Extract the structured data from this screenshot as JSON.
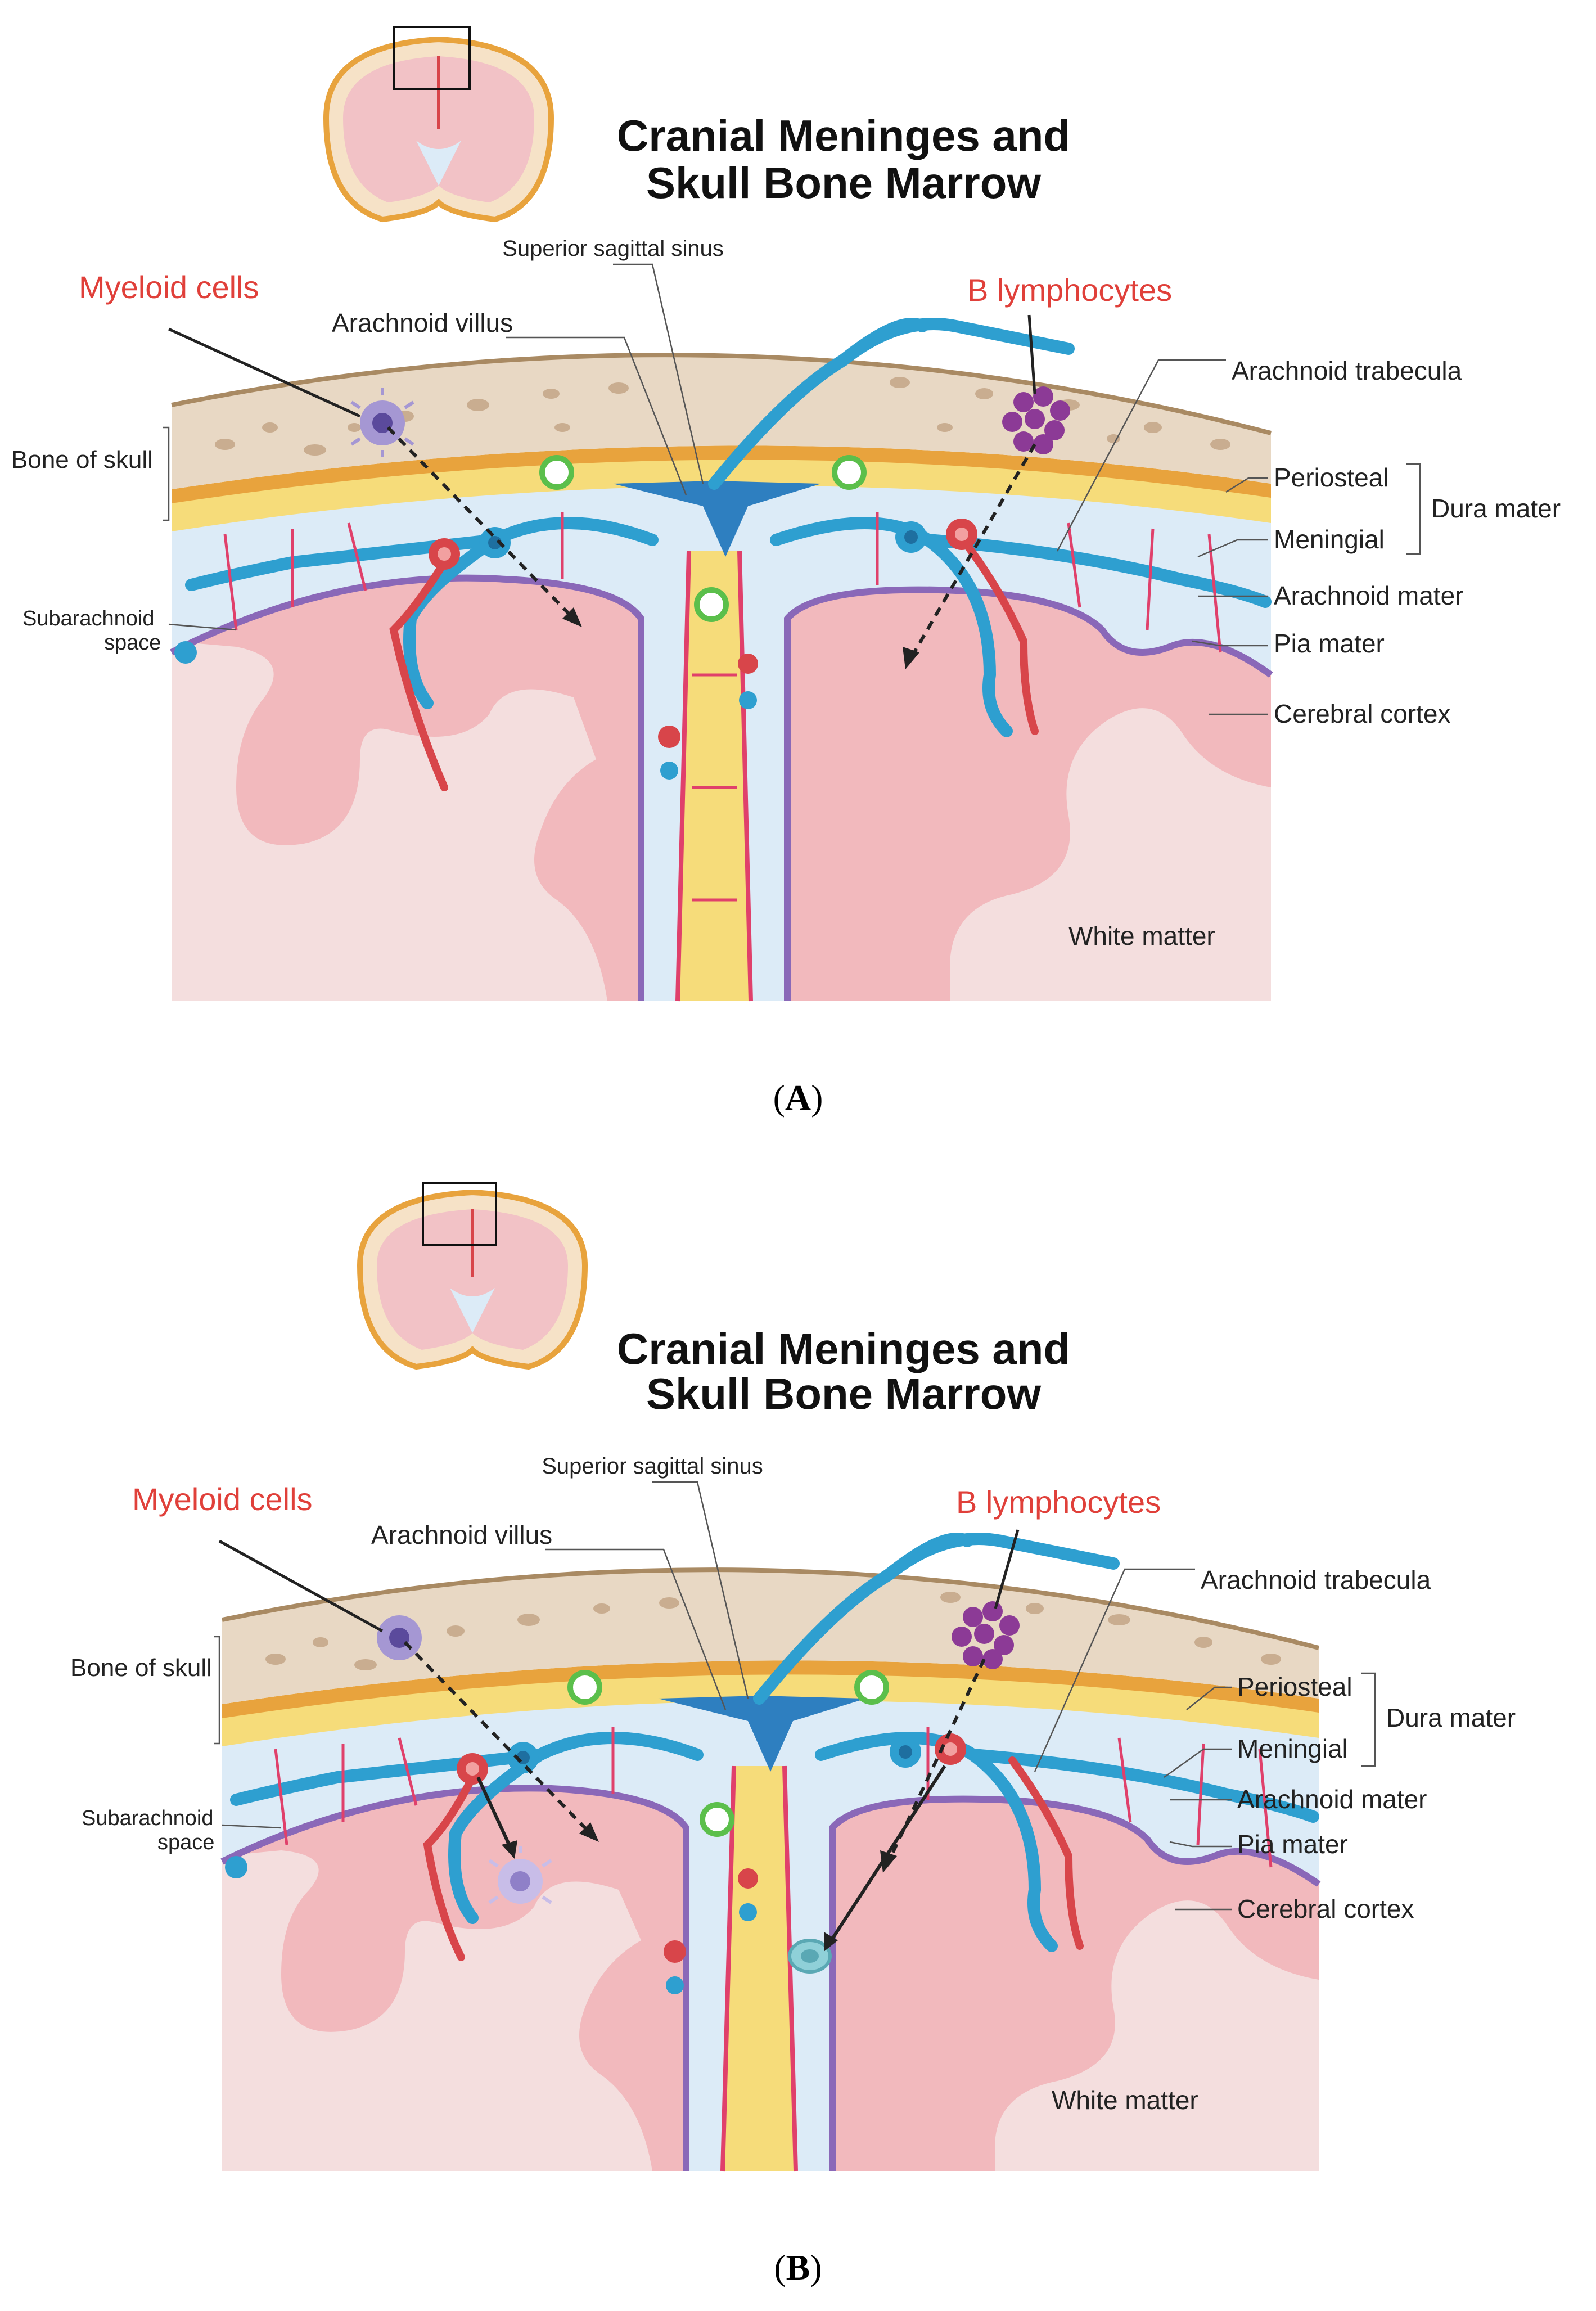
{
  "panels": [
    {
      "id": "A",
      "caption_letter": "A",
      "title_line1": "Cranial Meninges and",
      "title_line2": "Skull Bone Marrow",
      "labels": {
        "superior_sagittal_sinus": "Superior sagittal sinus",
        "myeloid_cells": "Myeloid cells",
        "b_lymphocytes": "B lymphocytes",
        "arachnoid_villus": "Arachnoid villus",
        "arachnoid_trabecula": "Arachnoid trabecula",
        "bone_of_skull": "Bone of skull",
        "periosteal": "Periosteal",
        "meningial": "Meningial",
        "dura_mater": "Dura mater",
        "arachnoid_mater": "Arachnoid mater",
        "pia_mater": "Pia mater",
        "subarachnoid_space_1": "Subarachnoid",
        "subarachnoid_space_2": "space",
        "cerebral_cortex": "Cerebral cortex",
        "white_matter": "White matter"
      }
    },
    {
      "id": "B",
      "caption_letter": "B",
      "title_line1": "Cranial Meninges and",
      "title_line2": "Skull Bone Marrow",
      "labels": {
        "superior_sagittal_sinus": "Superior sagittal sinus",
        "myeloid_cells": "Myeloid cells",
        "b_lymphocytes": "B lymphocytes",
        "arachnoid_villus": "Arachnoid villus",
        "arachnoid_trabecula": "Arachnoid trabecula",
        "bone_of_skull": "Bone of skull",
        "periosteal": "Periosteal",
        "meningial": "Meningial",
        "dura_mater": "Dura mater",
        "arachnoid_mater": "Arachnoid mater",
        "pia_mater": "Pia mater",
        "subarachnoid_space_1": "Subarachnoid",
        "subarachnoid_space_2": "space",
        "cerebral_cortex": "Cerebral cortex",
        "white_matter": "White matter"
      }
    }
  ],
  "colors": {
    "bone": "#e8d8c4",
    "periosteal": "#e8a33d",
    "meningial": "#f6dc7a",
    "subarachnoid": "#dcebf7",
    "pia": "#8a68b8",
    "cortex": "#f2b9bd",
    "white_matter": "#f4dede",
    "vein": "#2e9fd0",
    "artery": "#d8454a",
    "accent_red": "#e0403a"
  }
}
